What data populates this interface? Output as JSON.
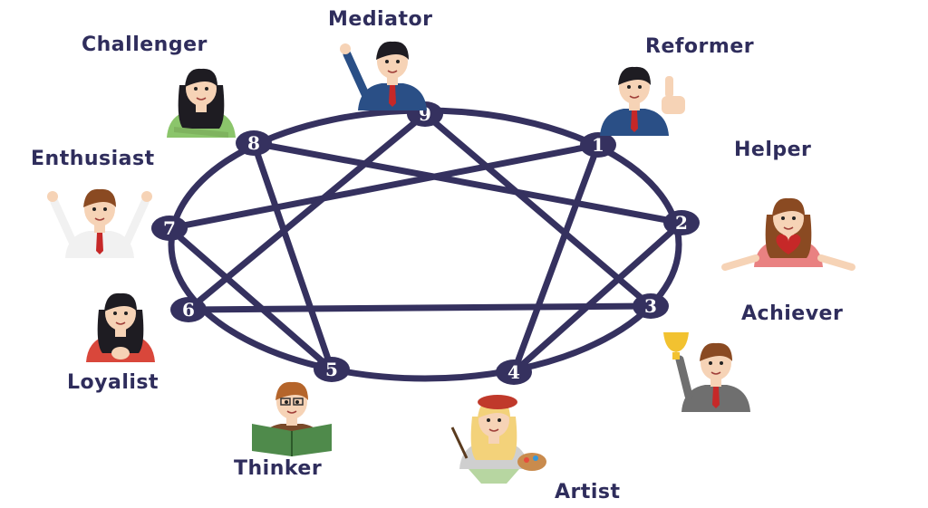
{
  "colors": {
    "line": "#35315f",
    "node": "#35315f",
    "label": "#2f2d5c",
    "skin": "#f6d3b6",
    "hair_dark": "#1e1c22",
    "hair_brown": "#8a4a22",
    "shirt_blue": "#2a4f86",
    "shirt_green": "#8bc56b",
    "shirt_red": "#d9473b",
    "shirt_pink": "#e98181",
    "shirt_white": "#f1f1f1",
    "suit_gray": "#6f6f6f",
    "tie_red": "#c62828",
    "book_green": "#4f8a4b",
    "trophy_gold": "#f2c230"
  },
  "points": [
    {
      "number": "1",
      "label": "Reformer",
      "icon": "thumbs-up-man-icon"
    },
    {
      "number": "2",
      "label": "Helper",
      "icon": "heart-hands-woman-icon"
    },
    {
      "number": "3",
      "label": "Achiever",
      "icon": "trophy-man-icon"
    },
    {
      "number": "4",
      "label": "Artist",
      "icon": "painter-girl-icon"
    },
    {
      "number": "5",
      "label": "Thinker",
      "icon": "reading-man-icon"
    },
    {
      "number": "6",
      "label": "Loyalist",
      "icon": "clasped-hands-woman-icon"
    },
    {
      "number": "7",
      "label": "Enthusiast",
      "icon": "cheering-man-icon"
    },
    {
      "number": "8",
      "label": "Challenger",
      "icon": "arms-crossed-woman-icon"
    },
    {
      "number": "9",
      "label": "Mediator",
      "icon": "waving-man-icon"
    }
  ],
  "connections": [
    [
      1,
      4
    ],
    [
      4,
      2
    ],
    [
      2,
      8
    ],
    [
      8,
      5
    ],
    [
      5,
      7
    ],
    [
      7,
      1
    ],
    [
      9,
      3
    ],
    [
      3,
      6
    ],
    [
      6,
      9
    ]
  ]
}
